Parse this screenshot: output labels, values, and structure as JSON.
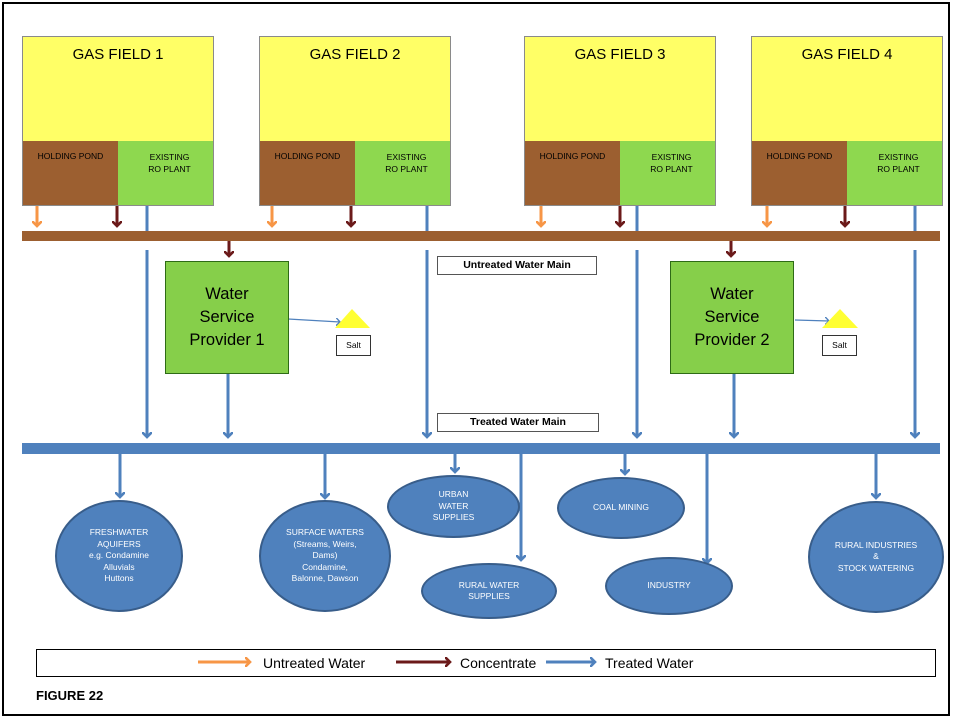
{
  "gas_fields": [
    {
      "title": "GAS FIELD 1",
      "pond": "HOLDING POND",
      "ro_line1": "EXISTING",
      "ro_line2": "RO PLANT"
    },
    {
      "title": "GAS FIELD 2",
      "pond": "HOLDING POND",
      "ro_line1": "EXISTING",
      "ro_line2": "RO PLANT"
    },
    {
      "title": "GAS FIELD 3",
      "pond": "HOLDING POND",
      "ro_line1": "EXISTING",
      "ro_line2": "RO PLANT"
    },
    {
      "title": "GAS FIELD 4",
      "pond": "HOLDING POND",
      "ro_line1": "EXISTING",
      "ro_line2": "RO PLANT"
    }
  ],
  "mains": {
    "untreated": "Untreated Water Main",
    "treated": "Treated Water Main"
  },
  "providers": [
    {
      "line1": "Water",
      "line2": "Service",
      "line3": "Provider 1",
      "salt": "Salt"
    },
    {
      "line1": "Water",
      "line2": "Service",
      "line3": "Provider 2",
      "salt": "Salt"
    }
  ],
  "destinations": {
    "freshwater": [
      "FRESHWATER",
      "AQUIFERS",
      "e.g. Condamine",
      "Alluvials",
      "Huttons"
    ],
    "surface": [
      "SURFACE WATERS",
      "(Streams, Weirs,",
      "Dams)",
      "Condamine,",
      "Balonne, Dawson"
    ],
    "urban": [
      "URBAN",
      "WATER",
      "SUPPLIES"
    ],
    "rural_water": [
      "RURAL WATER",
      "SUPPLIES"
    ],
    "coal": [
      "COAL MINING"
    ],
    "industry": [
      "INDUSTRY"
    ],
    "rural_industries": [
      "RURAL INDUSTRIES",
      "&",
      "STOCK WATERING"
    ]
  },
  "legend": {
    "untreated": "Untreated Water",
    "concentrate": "Concentrate",
    "treated": "Treated Water"
  },
  "colors": {
    "untreated": "#f79646",
    "concentrate": "#6b1a1a",
    "treated": "#4f81bd",
    "main_untreated": "#9c5f30",
    "field": "#ffff66",
    "pond": "#9c5f30",
    "ro": "#8ed84f",
    "provider": "#86cf4a"
  },
  "figure_label": "FIGURE 22"
}
